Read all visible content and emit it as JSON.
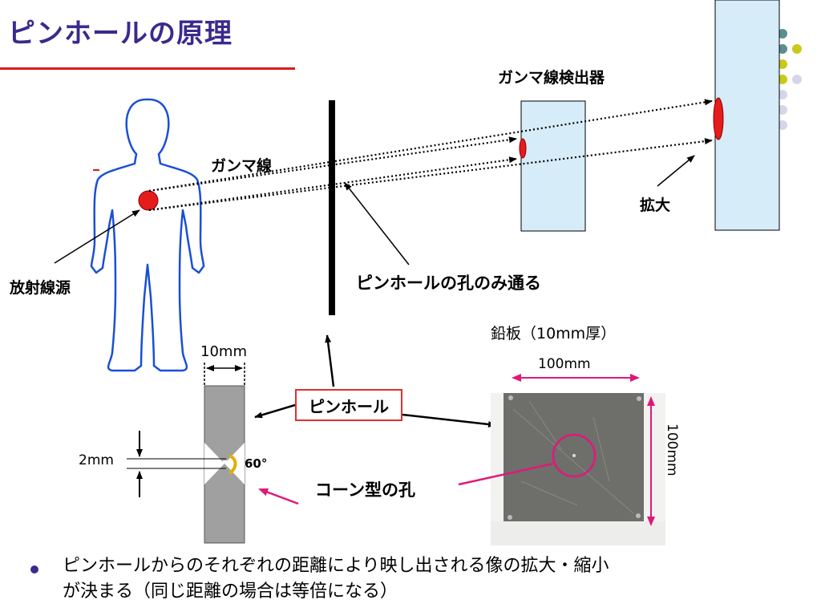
{
  "slide": {
    "title": "ピンホールの原理",
    "bullet_line1": "ピンホールからのそれぞれの距離により映し出される像の拡大・縮小",
    "bullet_line2": "が決まる（同じ距離の場合は等倍になる）"
  },
  "labels": {
    "gamma_detector": "ガンマ線検出器",
    "gamma_ray": "ガンマ線",
    "magnify": "拡大",
    "source": "放射線源",
    "only_through": "ピンホールの孔のみ通る",
    "lead_plate": "鉛板（10mm厚）",
    "width_100": "100mm",
    "height_100": "100mm",
    "thickness_10": "10mm",
    "hole_2": "2mm",
    "angle_60": "60°",
    "pinhole": "ピンホール",
    "cone_hole": "コーン型の孔"
  },
  "colors": {
    "title": "#3a2a8c",
    "accent_red": "#d81b1b",
    "detector_fill": "#d6ecf8",
    "body_outline": "#1a4fd6",
    "magenta": "#e0187a",
    "deco_teal": "#5b8f8f",
    "deco_yellow": "#c9c91a",
    "deco_lavender": "#d6d6ea"
  }
}
